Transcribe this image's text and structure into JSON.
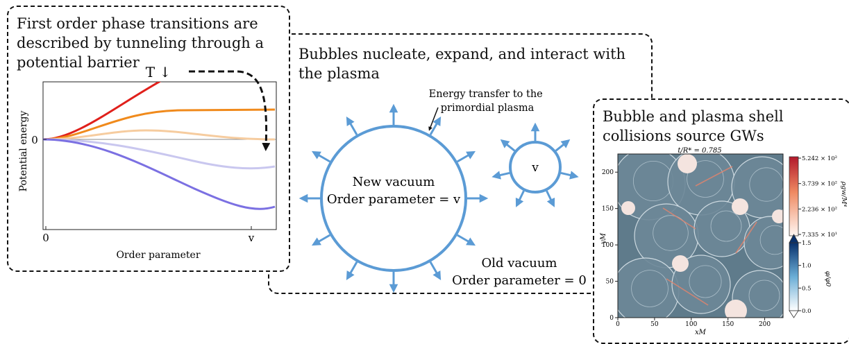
{
  "panels": {
    "left": {
      "heading": "First order phase transitions are\ndescribed by tunneling through a\npotential barrier",
      "temp_label": "T ↓",
      "plot": {
        "ylabel": "Potential energy",
        "xlabel": "Order parameter",
        "y_zero_tick": "0",
        "x_zero_tick": "0",
        "x_v_tick": "v"
      }
    },
    "middle": {
      "heading": "Bubbles nucleate, expand, and interact with\nthe plasma",
      "energy_note": "Energy transfer to the\nprimordial plasma",
      "big_bubble_line1": "New vacuum",
      "big_bubble_line2": "Order parameter = v",
      "small_bubble_label": "v",
      "old_vacuum_line1": "Old vacuum",
      "old_vacuum_line2": "Order parameter = 0"
    },
    "right": {
      "heading": "Bubble and plasma shell\ncollisions source GWs",
      "plot_title": "t/R* = 0.785",
      "xlabel": "xM",
      "ylabel": "yM",
      "x_ticks": [
        "0",
        "50",
        "100",
        "150",
        "200"
      ],
      "y_ticks": [
        "0",
        "50",
        "100",
        "150",
        "200"
      ],
      "colorbar_top": {
        "label": "ρgw/M⁴",
        "ticks": [
          "5.242 × 10²",
          "3.739 × 10²",
          "2.236 × 10²",
          "7.335 × 10¹"
        ]
      },
      "colorbar_bottom": {
        "label": "φ/φ0",
        "ticks": [
          "1.5",
          "1.0",
          "0.5",
          "0.0"
        ]
      }
    }
  },
  "colors": {
    "bubble": "#5b9bd5",
    "curve_red": "#e0201b",
    "curve_orange": "#f08a1c",
    "curve_peach": "#f6cc9f",
    "curve_lavender": "#c9c7ef",
    "curve_purple": "#7b70e2",
    "sim_background": "#5f7b8b"
  }
}
